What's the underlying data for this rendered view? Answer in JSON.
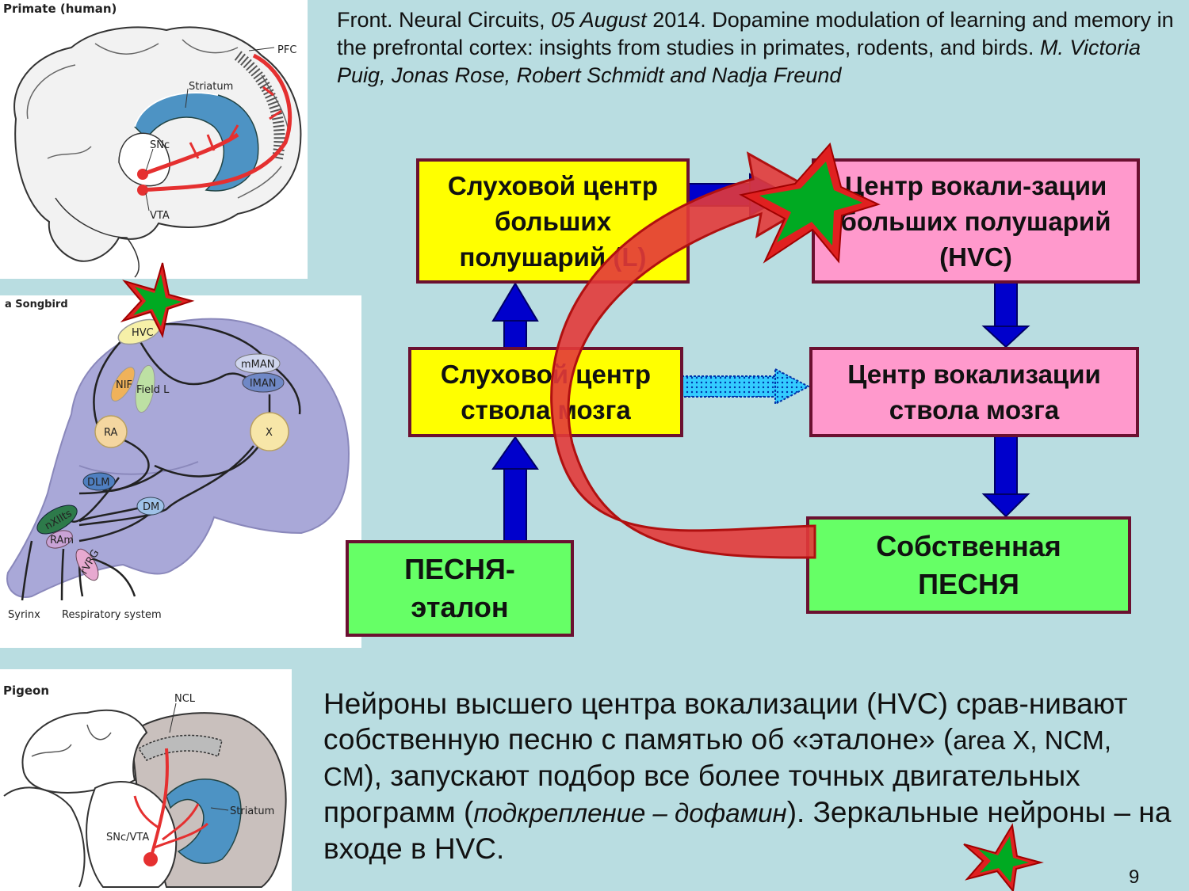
{
  "citation": {
    "journal": "Front. Neural Circuits,",
    "date": "05 August",
    "year_title": "2014. Dopamine modulation of learning and memory in the prefrontal cortex: insights from studies in primates, rodents, and birds.",
    "authors": "M. Victoria Puig,  Jonas Rose,  Robert Schmidt and  Nadja Freund"
  },
  "panels": {
    "primate": {
      "title": "Primate (human)",
      "labels": {
        "pfc": "PFC",
        "striatum": "Striatum",
        "snc": "SNc",
        "vta": "VTA"
      }
    },
    "songbird": {
      "title": "a Songbird",
      "nuclei": {
        "hvc": "HVC",
        "nif": "NIF",
        "field_l": "Field L",
        "mman": "mMAN",
        "lman": "lMAN",
        "x": "X",
        "ra": "RA",
        "dlm": "DLM",
        "dm": "DM",
        "nxiits": "nXIIts",
        "ram": "RAm",
        "rvrg": "rVRG"
      },
      "outputs": {
        "syrinx": "Syrinx",
        "respiratory": "Respiratory system"
      }
    },
    "pigeon": {
      "title": "Pigeon",
      "labels": {
        "ncl": "NCL",
        "striatum": "Striatum",
        "snc_vta": "SNc/VTA"
      }
    }
  },
  "diagram": {
    "auditory_cortex": "Слуховой центр больших полушарий (L)",
    "vocal_cortex": "Центр вокали-зации больших полушарий (HVC)",
    "auditory_brainstem": "Слуховой центр ствола мозга",
    "vocal_brainstem": "Центр вокализации ствола мозга",
    "template_song": "ПЕСНЯ-эталон",
    "own_song": "Собственная ПЕСНЯ"
  },
  "bottom_text": {
    "part1": "Нейроны высшего центра вокализации (HVC) срав-нивают собственную песню с памятью об «эталоне» (",
    "part2_small": "area X, NCM, CM",
    "part3": "), запускают подбор все более точных двигательных программ (",
    "part4_italic": "подкрепление – дофамин",
    "part5": "). Зеркальные нейроны – на входе в HVC."
  },
  "page_number": "9",
  "colors": {
    "background": "#b9dde1",
    "yellow_box": "#ffff00",
    "pink_box": "#ff99cc",
    "green_box": "#66ff66",
    "box_border": "#6b1030",
    "blue_arrow": "#0000cc",
    "red_arrow": "#e33a3a",
    "star_green": "#00aa22",
    "star_red": "#e02020"
  }
}
